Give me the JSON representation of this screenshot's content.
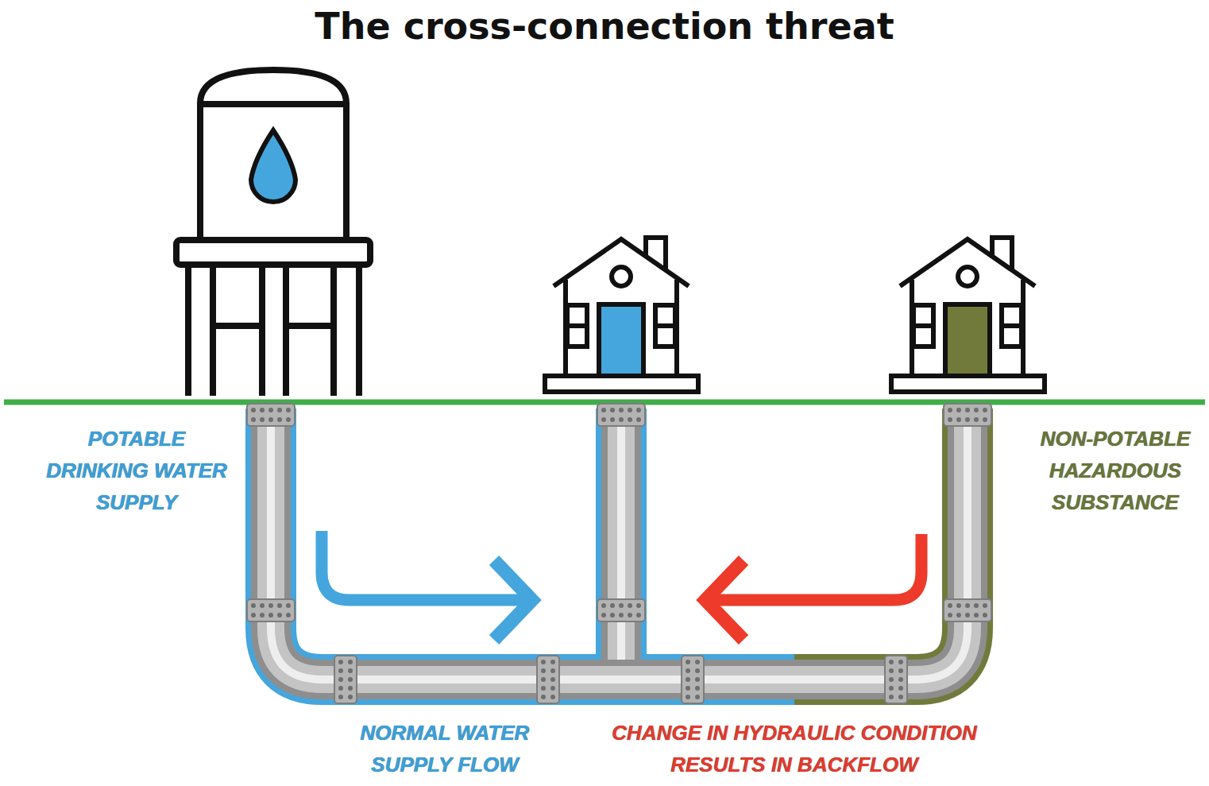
{
  "diagram": {
    "title": "The cross-connection threat",
    "labels": [
      "POTABLE DRINKING WATER SUPPLY",
      "NON-POTABLE HAZARDOUS SUBSTANCE",
      "NORMAL WATER SUPPLY FLOW",
      "CHANGE IN HYDRAULIC CONDITION RESULTS IN BACKFLOW"
    ]
  }
}
